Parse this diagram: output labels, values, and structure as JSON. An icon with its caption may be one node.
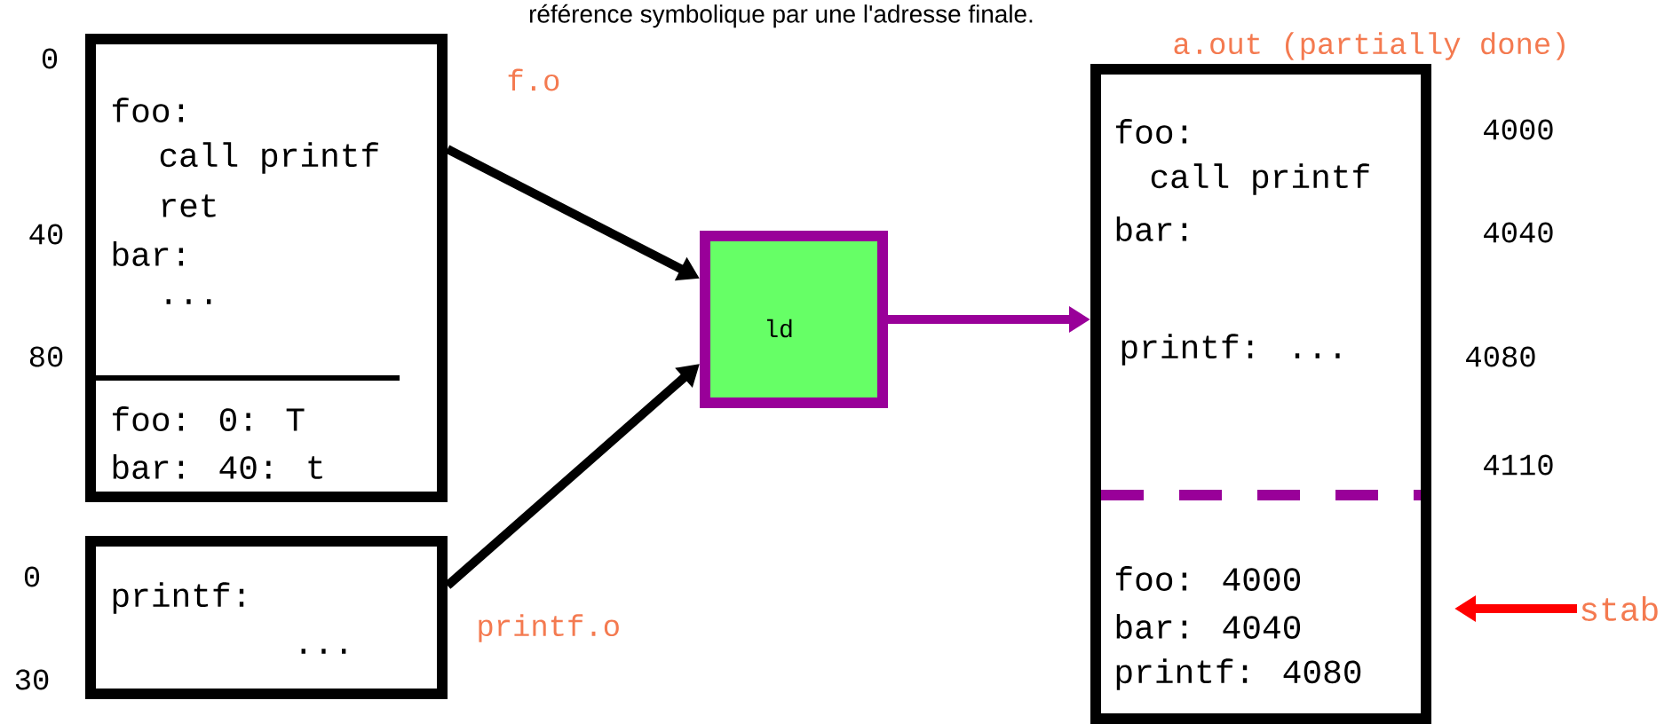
{
  "diagram": {
    "nodes": [
      {
        "text": [
          "foo:",
          "call printf",
          "ret",
          "bar:",
          "...",
          "foo: 0: T",
          "bar: 40: t"
        ],
        "beside": [
          "f.o"
        ]
      },
      {
        "text": [
          "printf:",
          "..."
        ],
        "beside": [
          "printf.o"
        ]
      },
      {
        "text": [
          "ld"
        ]
      },
      {
        "text": [
          "foo:",
          "call printf",
          "bar:",
          "printf: ...",
          "foo: 4000",
          "bar: 4040",
          "printf: 4080"
        ],
        "beside": [
          "a.out (partially done)"
        ]
      },
      {
        "text": [
          "stab"
        ]
      }
    ],
    "edges": [
      {
        "from": 0,
        "to": 2,
        "arrow": "to"
      },
      {
        "from": 1,
        "to": 2,
        "arrow": "to"
      },
      {
        "from": 2,
        "to": 3,
        "arrow": "to",
        "color": "#990099"
      },
      {
        "from": 4,
        "to": 3,
        "arrow": "to",
        "color": "#ff0000"
      }
    ],
    "labels": [
      "référence symbolique par une l'adresse finale.",
      "0",
      "40",
      "80",
      "0",
      "30",
      "4000",
      "4040",
      "4080",
      "4110"
    ]
  }
}
